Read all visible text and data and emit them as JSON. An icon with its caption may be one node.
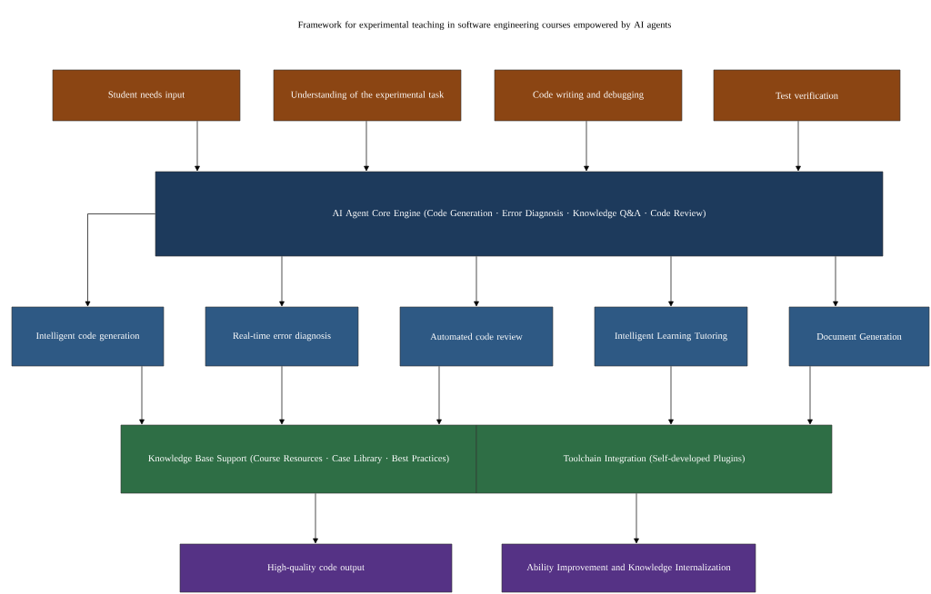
{
  "diagram": {
    "title": "Framework for experimental teaching in software engineering courses empowered by AI agents",
    "nodes": [
      {
        "text": [
          "Student needs input"
        ]
      },
      {
        "text": [
          "Understanding of the experimental task"
        ]
      },
      {
        "text": [
          "Code writing and debugging"
        ]
      },
      {
        "text": [
          "Test verification"
        ]
      },
      {
        "text": [
          "AI Agent Core Engine (Code Generation · Error Diagnosis · Knowledge Q&A · Code Review)"
        ]
      },
      {
        "text": [
          "Intelligent code generation"
        ]
      },
      {
        "text": [
          "Real-time error diagnosis"
        ]
      },
      {
        "text": [
          "Automated code review"
        ]
      },
      {
        "text": [
          "Intelligent Learning Tutoring"
        ]
      },
      {
        "text": [
          "Document Generation"
        ]
      },
      {
        "text": [
          "Knowledge Base Support (Course Resources · Case Library · Best Practices)"
        ]
      },
      {
        "text": [
          "Toolchain Integration (Self-developed Plugins)"
        ]
      },
      {
        "text": [
          "High-quality code output"
        ]
      },
      {
        "text": [
          "Ability Improvement and Knowledge Internalization"
        ]
      }
    ],
    "edges": [
      {
        "from": 0,
        "to": 4,
        "arrow": "to"
      },
      {
        "from": 1,
        "to": 4,
        "arrow": "to"
      },
      {
        "from": 2,
        "to": 4,
        "arrow": "to"
      },
      {
        "from": 3,
        "to": 4,
        "arrow": "to"
      },
      {
        "from": 4,
        "to": 5,
        "arrow": "to"
      },
      {
        "from": 4,
        "to": 6,
        "arrow": "to"
      },
      {
        "from": 4,
        "to": 7,
        "arrow": "to"
      },
      {
        "from": 4,
        "to": 8,
        "arrow": "to"
      },
      {
        "from": 4,
        "to": 9,
        "arrow": "to"
      },
      {
        "from": 5,
        "to": 10,
        "arrow": "to"
      },
      {
        "from": 6,
        "to": 10,
        "arrow": "to"
      },
      {
        "from": 7,
        "to": 10,
        "arrow": "to"
      },
      {
        "from": 8,
        "to": 11,
        "arrow": "to"
      },
      {
        "from": 9,
        "to": 11,
        "arrow": "to"
      },
      {
        "from": 10,
        "to": 12,
        "arrow": "to"
      },
      {
        "from": 11,
        "to": 13,
        "arrow": "to"
      }
    ]
  }
}
